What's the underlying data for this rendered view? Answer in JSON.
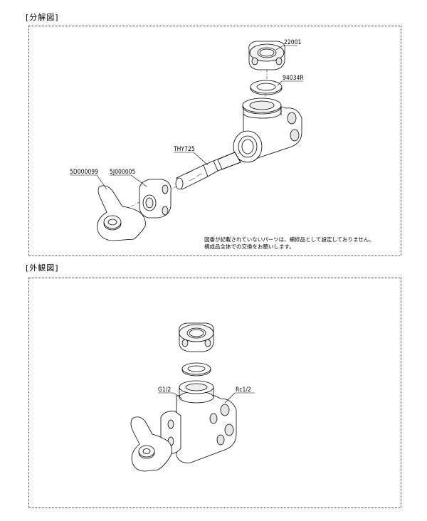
{
  "exploded": {
    "title": "[分解図]",
    "parts": {
      "nut": "22001",
      "washer": "94034R",
      "spindle": "THY725",
      "handle": "5D000099",
      "cap": "5J000005"
    },
    "note_line1": "図番が記載されていないパーツは、補修品として設定しておりません。",
    "note_line2": "構成品全体での交換をお願いします。"
  },
  "external": {
    "title": "[外観図]",
    "labels": {
      "inlet": "G1/2",
      "outlet": "Rc1/2"
    }
  }
}
